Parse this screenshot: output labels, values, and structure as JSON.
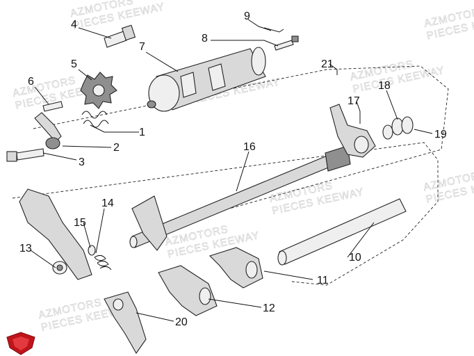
{
  "watermark": {
    "line1": "AZMOTORS",
    "line2": "PIECES KEEWAY"
  },
  "callouts": [
    {
      "id": "1",
      "text": "1"
    },
    {
      "id": "2",
      "text": "2"
    },
    {
      "id": "3",
      "text": "3"
    },
    {
      "id": "4",
      "text": "4"
    },
    {
      "id": "5",
      "text": "5"
    },
    {
      "id": "6",
      "text": "6"
    },
    {
      "id": "7",
      "text": "7"
    },
    {
      "id": "8",
      "text": "8"
    },
    {
      "id": "9",
      "text": "9"
    },
    {
      "id": "10",
      "text": "10"
    },
    {
      "id": "11",
      "text": "11"
    },
    {
      "id": "12",
      "text": "12"
    },
    {
      "id": "13",
      "text": "13"
    },
    {
      "id": "14",
      "text": "14"
    },
    {
      "id": "15",
      "text": "15"
    },
    {
      "id": "16",
      "text": "16"
    },
    {
      "id": "17",
      "text": "17"
    },
    {
      "id": "18",
      "text": "18"
    },
    {
      "id": "19",
      "text": "19"
    },
    {
      "id": "20",
      "text": "20"
    },
    {
      "id": "21",
      "text": "21"
    }
  ],
  "colors": {
    "logo_red": "#c0141a",
    "part_fill": "#d9d9d9",
    "part_dark": "#8f8f8f",
    "line": "#222222"
  }
}
